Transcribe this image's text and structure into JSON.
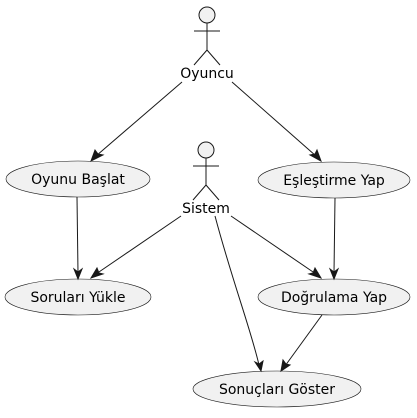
{
  "actors": {
    "oyuncu": "Oyuncu",
    "sistem": "Sistem"
  },
  "use_cases": {
    "oyunu_baslat": "Oyunu Başlat",
    "eslestirme_yap": "Eşleştirme Yap",
    "sorulari_yukle": "Soruları Yükle",
    "dogrulama_yap": "Doğrulama Yap",
    "sonuclari_goster": "Sonuçları Göster"
  },
  "relations": [
    {
      "from": "Oyuncu",
      "to": "Oyunu Başlat"
    },
    {
      "from": "Oyuncu",
      "to": "Eşleştirme Yap"
    },
    {
      "from": "Oyunu Başlat",
      "to": "Soruları Yükle"
    },
    {
      "from": "Eşleştirme Yap",
      "to": "Doğrulama Yap"
    },
    {
      "from": "Sistem",
      "to": "Soruları Yükle"
    },
    {
      "from": "Sistem",
      "to": "Doğrulama Yap"
    },
    {
      "from": "Sistem",
      "to": "Sonuçları Göster"
    },
    {
      "from": "Doğrulama Yap",
      "to": "Sonuçları Göster"
    }
  ],
  "colors": {
    "fill": "#f1f1f1",
    "stroke": "#181818",
    "background": "#ffffff"
  }
}
